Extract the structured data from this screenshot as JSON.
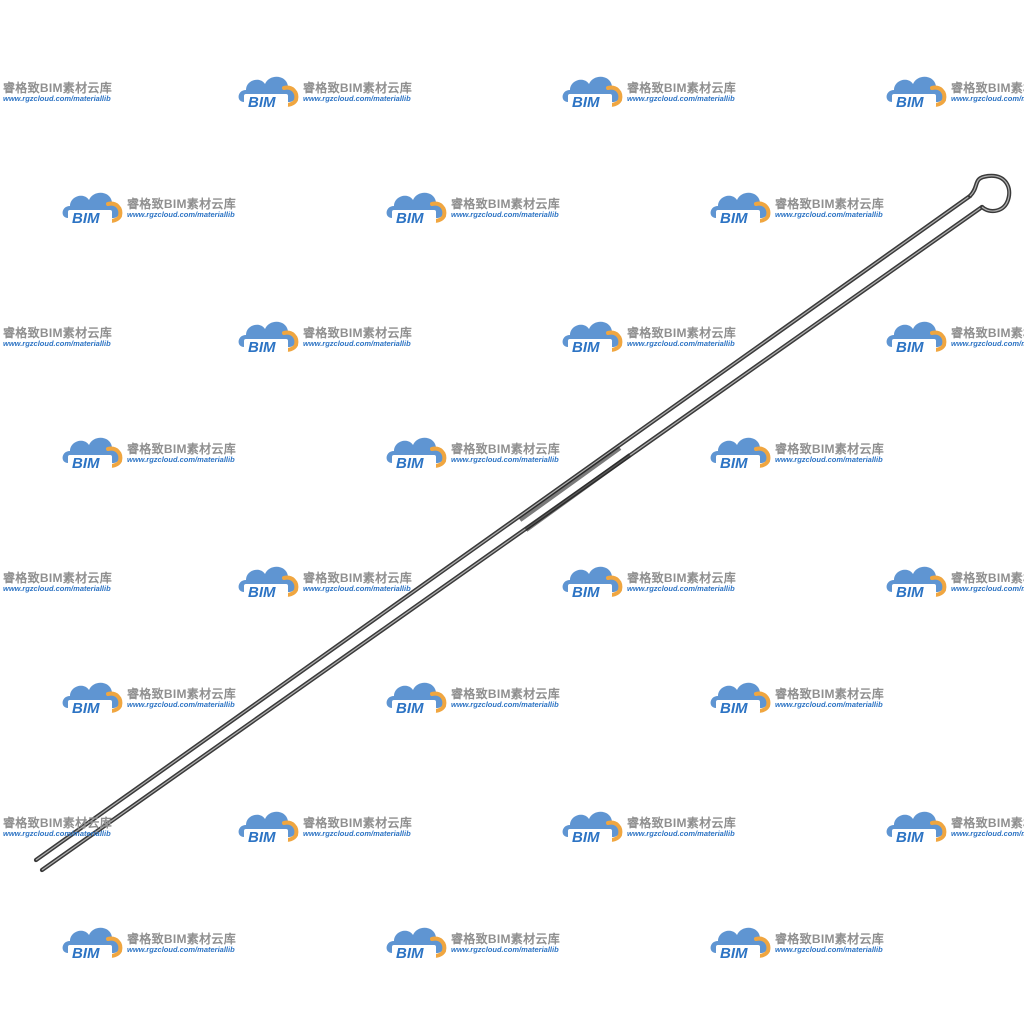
{
  "watermark": {
    "brand": "BIM",
    "title": "睿格致BIM素材云库",
    "url": "www.rgzcloud.com/materiallib",
    "colors": {
      "cloud": "#5f95d2",
      "cloud_accent": "#f0a640",
      "brand_text": "#2d74c4",
      "title_text": "#8f8f8f",
      "url_text": "#2d74c4"
    }
  },
  "product": {
    "icon": "wire-loop-pin-icon",
    "colors": {
      "metal_dark": "#3a3a3a",
      "metal_mid": "#7a7a7a",
      "metal_light": "#d9d9d9"
    }
  }
}
